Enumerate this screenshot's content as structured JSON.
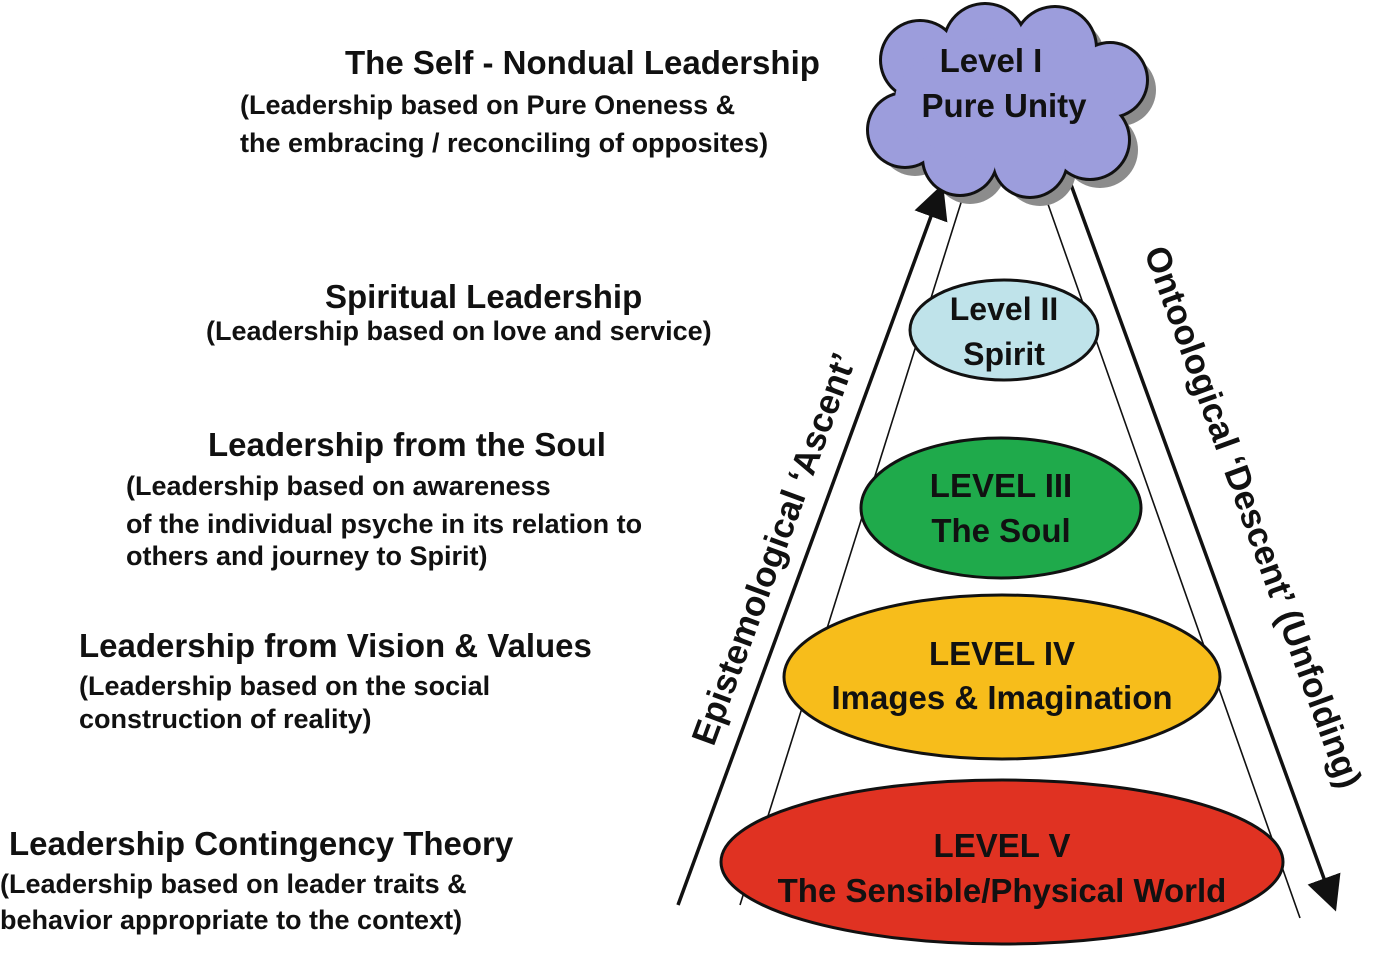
{
  "levels": [
    {
      "id": "I",
      "line1": "Level I",
      "line2": "Pure Unity",
      "fill": "#9c9ddc"
    },
    {
      "id": "II",
      "line1": "Level II",
      "line2": "Spirit",
      "fill": "#bfe3ea"
    },
    {
      "id": "III",
      "line1": "LEVEL III",
      "line2": "The Soul",
      "fill": "#1faa4b"
    },
    {
      "id": "IV",
      "line1": "LEVEL IV",
      "line2": "Images & Imagination",
      "fill": "#f7bd1b"
    },
    {
      "id": "V",
      "line1": "LEVEL V",
      "line2": "The Sensible/Physical World",
      "fill": "#e03222"
    }
  ],
  "descriptions": [
    {
      "title": "The Self - Nondual Leadership",
      "lines": [
        "(Leadership based on Pure Oneness &",
        "the embracing / reconciling of opposites)"
      ]
    },
    {
      "title": "Spiritual Leadership",
      "lines": [
        "(Leadership based on love and service)"
      ]
    },
    {
      "title": "Leadership from the Soul",
      "lines": [
        "(Leadership based on awareness",
        "of the individual psyche in its relation to",
        "others and journey to Spirit)"
      ]
    },
    {
      "title": "Leadership from Vision & Values",
      "lines": [
        "(Leadership based on the social",
        "construction of reality)"
      ]
    },
    {
      "title": "Leadership Contingency Theory",
      "lines": [
        "(Leadership based on leader traits &",
        "behavior appropriate to the context)"
      ]
    }
  ],
  "arrows": {
    "ascent": "Epistemological ‘Ascent’",
    "descent": "Ontoological ‘Descent’ (Unfolding)"
  }
}
